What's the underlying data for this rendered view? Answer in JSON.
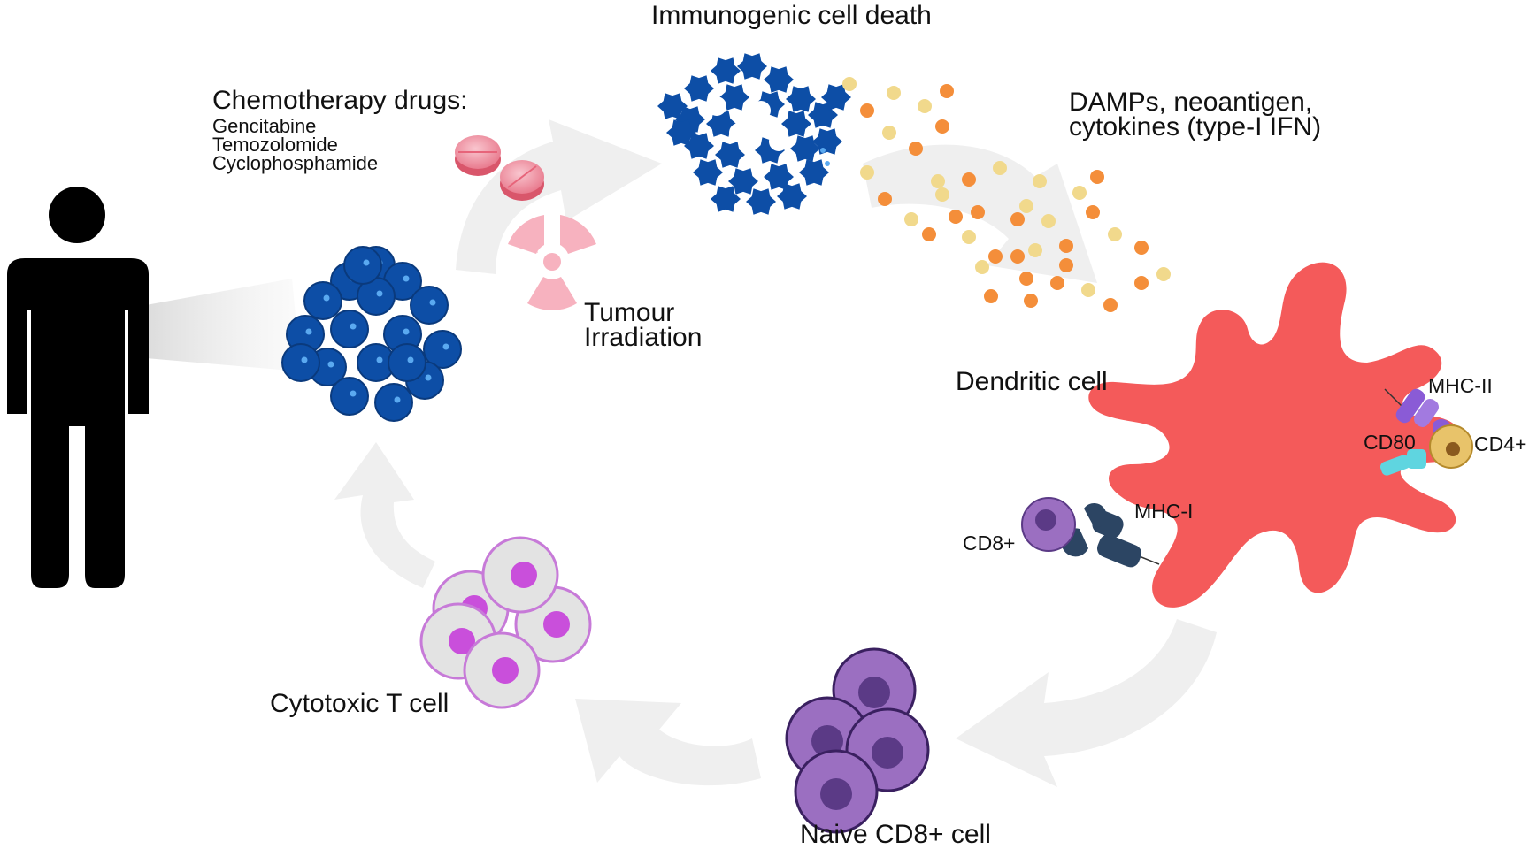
{
  "labels": {
    "icd": "Immunogenic cell death",
    "chemo_title": "Chemotherapy drugs:",
    "drugs": [
      "Gencitabine",
      "Temozolomide",
      "Cyclophosphamide"
    ],
    "tumour_line1": "Tumour",
    "tumour_line2": "Irradiation",
    "damps_line1": "DAMPs, neoantigen,",
    "damps_line2": "cytokines (type-I IFN)",
    "dendritic": "Dendritic cell",
    "mhc2": "MHC-II",
    "cd80": "CD80",
    "cd4": "CD4+",
    "mhc1": "MHC-I",
    "cd8": "CD8+",
    "naive": "Naive CD8+ cell",
    "cytotoxic": "Cytotoxic T cell"
  },
  "colors": {
    "tumour": "#0d4ea6",
    "tumour_dot": "#5aa9f0",
    "dendritic": "#f45a5a",
    "naive": "#9b6fc1",
    "naive_nucleus": "#5b3a86",
    "cytotoxic_border": "#c77ad8",
    "cytotoxic_nucleus": "#c94fdb",
    "cd4": "#e8c36a",
    "mhc2": "#8a5bd6",
    "cd80": "#5fd5e0",
    "mhc1": "#2c4563",
    "pill": "#ef8c9c",
    "radiation": "#f7b2bf",
    "damp_yellow": "#f1d98c",
    "damp_orange": "#f48e3a"
  },
  "icons": [
    "person-silhouette",
    "pill-icon",
    "radiation-icon",
    "cycle-arrow"
  ]
}
